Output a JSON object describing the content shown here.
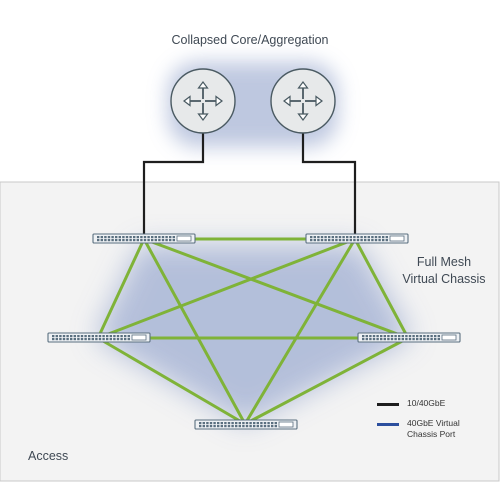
{
  "diagram": {
    "title": "Collapsed Core/Aggregation",
    "mesh_label_line1": "Full Mesh",
    "mesh_label_line2": "Virtual Chassis",
    "access_label": "Access",
    "colors": {
      "mesh_link": "#7fb338",
      "uplink": "#1e1e1e",
      "router_fill": "#e7e9ea",
      "router_stroke": "#4a5a62",
      "glow": "#a9b6d6",
      "access_bg": "#f3f3f3",
      "access_border": "#c8c8c8",
      "switch_fill": "#eef1f4",
      "switch_stroke": "#5a6f7f"
    },
    "routers": [
      {
        "id": "router-left",
        "icon": "router-icon"
      },
      {
        "id": "router-right",
        "icon": "router-icon"
      }
    ],
    "switches": [
      {
        "id": "switch-top-left"
      },
      {
        "id": "switch-top-right"
      },
      {
        "id": "switch-mid-left"
      },
      {
        "id": "switch-mid-right"
      },
      {
        "id": "switch-bottom"
      }
    ],
    "uplinks": [
      {
        "from": "router-left",
        "to": "switch-top-left"
      },
      {
        "from": "router-right",
        "to": "switch-top-right"
      }
    ],
    "mesh_links": [
      {
        "from": "switch-top-left",
        "to": "switch-top-right"
      },
      {
        "from": "switch-top-left",
        "to": "switch-mid-left"
      },
      {
        "from": "switch-top-left",
        "to": "switch-mid-right"
      },
      {
        "from": "switch-top-left",
        "to": "switch-bottom"
      },
      {
        "from": "switch-top-right",
        "to": "switch-mid-left"
      },
      {
        "from": "switch-top-right",
        "to": "switch-mid-right"
      },
      {
        "from": "switch-top-right",
        "to": "switch-bottom"
      },
      {
        "from": "switch-mid-left",
        "to": "switch-mid-right"
      },
      {
        "from": "switch-mid-left",
        "to": "switch-bottom"
      },
      {
        "from": "switch-mid-right",
        "to": "switch-bottom"
      }
    ]
  },
  "legend": {
    "items": [
      {
        "label_line1": "10/40GbE",
        "label_line2": "",
        "color": "#1e1e1e"
      },
      {
        "label_line1": "40GbE Virtual",
        "label_line2": "Chassis Port",
        "color": "#2c4f9e"
      }
    ]
  }
}
